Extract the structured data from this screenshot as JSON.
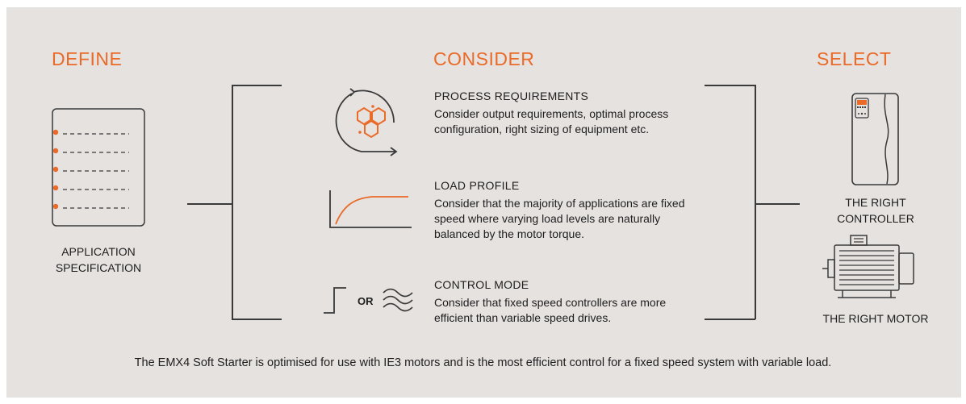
{
  "accent_color": "#ea6a28",
  "background_color": "#e6e2e0",
  "columns": {
    "define": {
      "heading": "DEFINE",
      "icon": "checklist-document-icon",
      "caption_lines": [
        "APPLICATION",
        "SPECIFICATION"
      ]
    },
    "consider": {
      "heading": "CONSIDER",
      "items": [
        {
          "icon": "process-cycle-hexagons-icon",
          "title": "PROCESS REQUIREMENTS",
          "description": "Consider output requirements, optimal process configuration, right sizing of equipment etc."
        },
        {
          "icon": "load-curve-graph-icon",
          "title": "LOAD PROFILE",
          "description": "Consider that the majority of applications are fixed speed where varying load levels are naturally balanced by the motor torque."
        },
        {
          "icon": "step-or-wave-icon",
          "or_label": "OR",
          "title": "CONTROL MODE",
          "description": "Consider that fixed speed controllers are more efficient than variable speed drives."
        }
      ]
    },
    "select": {
      "heading": "SELECT",
      "controller": {
        "icon": "soft-starter-controller-icon",
        "caption_lines": [
          "THE RIGHT",
          "CONTROLLER"
        ]
      },
      "motor": {
        "icon": "electric-motor-icon",
        "caption": "THE RIGHT MOTOR"
      }
    }
  },
  "footnote": "The EMX4 Soft Starter is optimised for use with IE3 motors and is the most efficient control for a fixed speed system with variable load."
}
